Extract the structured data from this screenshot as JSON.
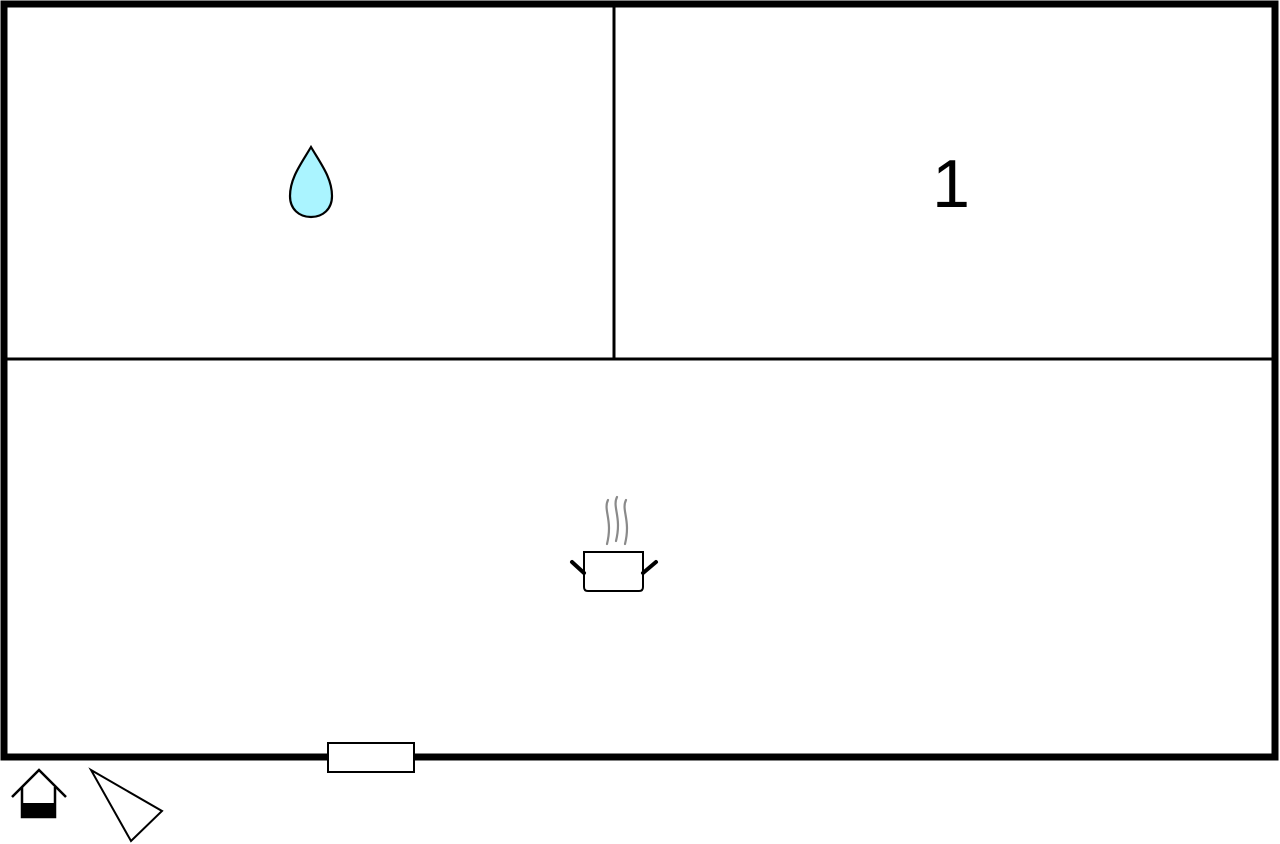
{
  "floor_plan": {
    "rooms": [
      {
        "id": "bathroom",
        "symbol": "water-drop-icon",
        "label": ""
      },
      {
        "id": "bedroom",
        "symbol": "",
        "label": "1"
      },
      {
        "id": "living-kitchen",
        "symbol": "cooking-pot-icon",
        "label": ""
      }
    ],
    "symbols": {
      "entrance": "house-entrance-icon",
      "window": "window-icon",
      "orientation": "compass-triangle-icon"
    },
    "colors": {
      "walls": "#000000",
      "water_drop_fill": "#aaf4ff",
      "steam": "#8a8a8a",
      "background": "#ffffff"
    }
  }
}
